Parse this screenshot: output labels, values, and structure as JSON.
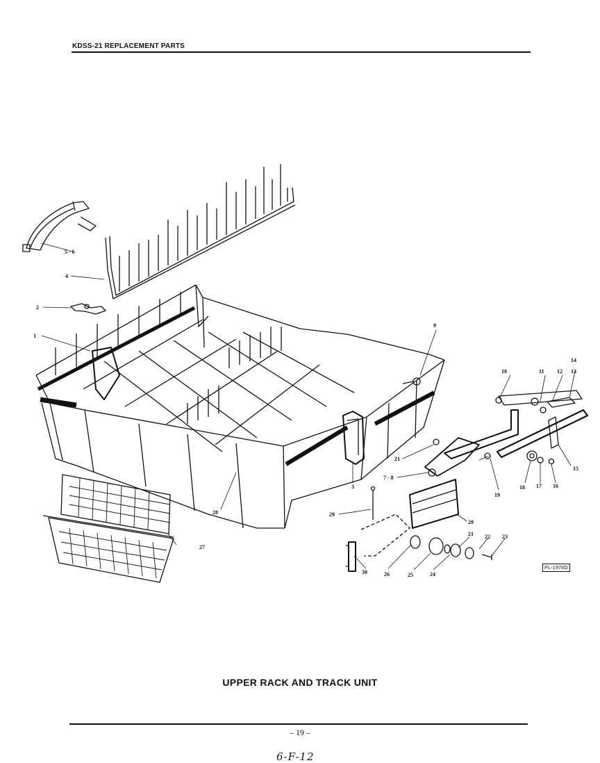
{
  "header": {
    "title": "KDSS-21 REPLACEMENT PARTS"
  },
  "caption": "UPPER RACK AND TRACK UNIT",
  "page_number": "– 19 –",
  "handwritten_note": "6-F-12",
  "plate_code": "PL-1976D",
  "callouts": [
    {
      "id": "c1",
      "text": "1"
    },
    {
      "id": "c2",
      "text": "2"
    },
    {
      "id": "c3",
      "text": "3"
    },
    {
      "id": "c4",
      "text": "4"
    },
    {
      "id": "c56",
      "text": "5 - 6"
    },
    {
      "id": "c78",
      "text": "7 - 8"
    },
    {
      "id": "c9",
      "text": "9"
    },
    {
      "id": "c10",
      "text": "10"
    },
    {
      "id": "c11",
      "text": "11"
    },
    {
      "id": "c12",
      "text": "12"
    },
    {
      "id": "c13",
      "text": "13"
    },
    {
      "id": "c14",
      "text": "14"
    },
    {
      "id": "c15",
      "text": "15"
    },
    {
      "id": "c16",
      "text": "16"
    },
    {
      "id": "c17",
      "text": "17"
    },
    {
      "id": "c18",
      "text": "18"
    },
    {
      "id": "c19",
      "text": "19"
    },
    {
      "id": "c20",
      "text": "20"
    },
    {
      "id": "c21a",
      "text": "21"
    },
    {
      "id": "c21b",
      "text": "21"
    },
    {
      "id": "c22",
      "text": "22"
    },
    {
      "id": "c23",
      "text": "23"
    },
    {
      "id": "c24",
      "text": "24"
    },
    {
      "id": "c25",
      "text": "25"
    },
    {
      "id": "c26",
      "text": "26"
    },
    {
      "id": "c27",
      "text": "27"
    },
    {
      "id": "c28",
      "text": "28"
    },
    {
      "id": "c29",
      "text": "29"
    },
    {
      "id": "c30",
      "text": "30"
    }
  ]
}
